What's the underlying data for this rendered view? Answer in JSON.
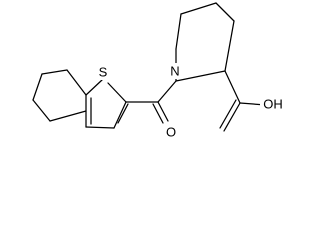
{
  "molecule": {
    "atoms": {
      "sulfur": "S",
      "nitrogen": "N",
      "carbonyl_oxygen": "O",
      "acid_group": "OH"
    },
    "colors": {
      "bond": "#000000",
      "background": "#ffffff"
    }
  }
}
